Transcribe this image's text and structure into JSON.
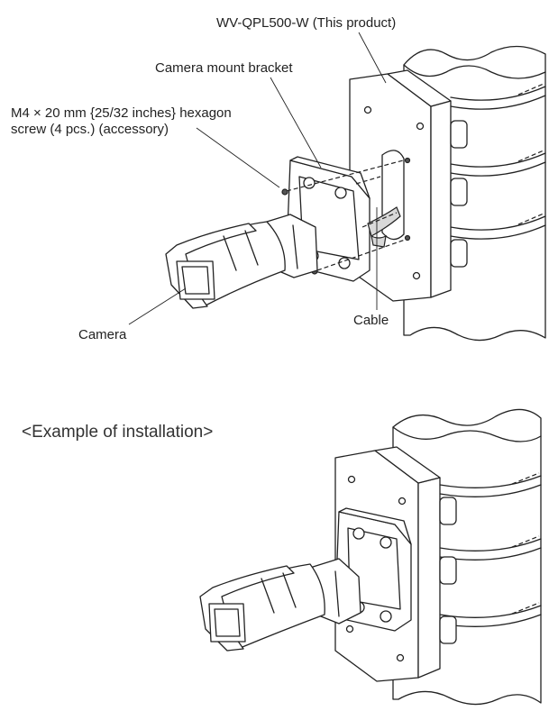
{
  "labels": {
    "product": "WV-QPL500-W (This product)",
    "bracket": "Camera mount bracket",
    "screw_line1": "M4 × 20 mm {25/32 inches} hexagon",
    "screw_line2": "screw (4 pcs.) (accessory)",
    "cable": "Cable",
    "camera": "Camera",
    "example": "<Example of installation>"
  },
  "colors": {
    "line": "#222222",
    "fill": "#ffffff",
    "shade": "#d9d9d9"
  }
}
